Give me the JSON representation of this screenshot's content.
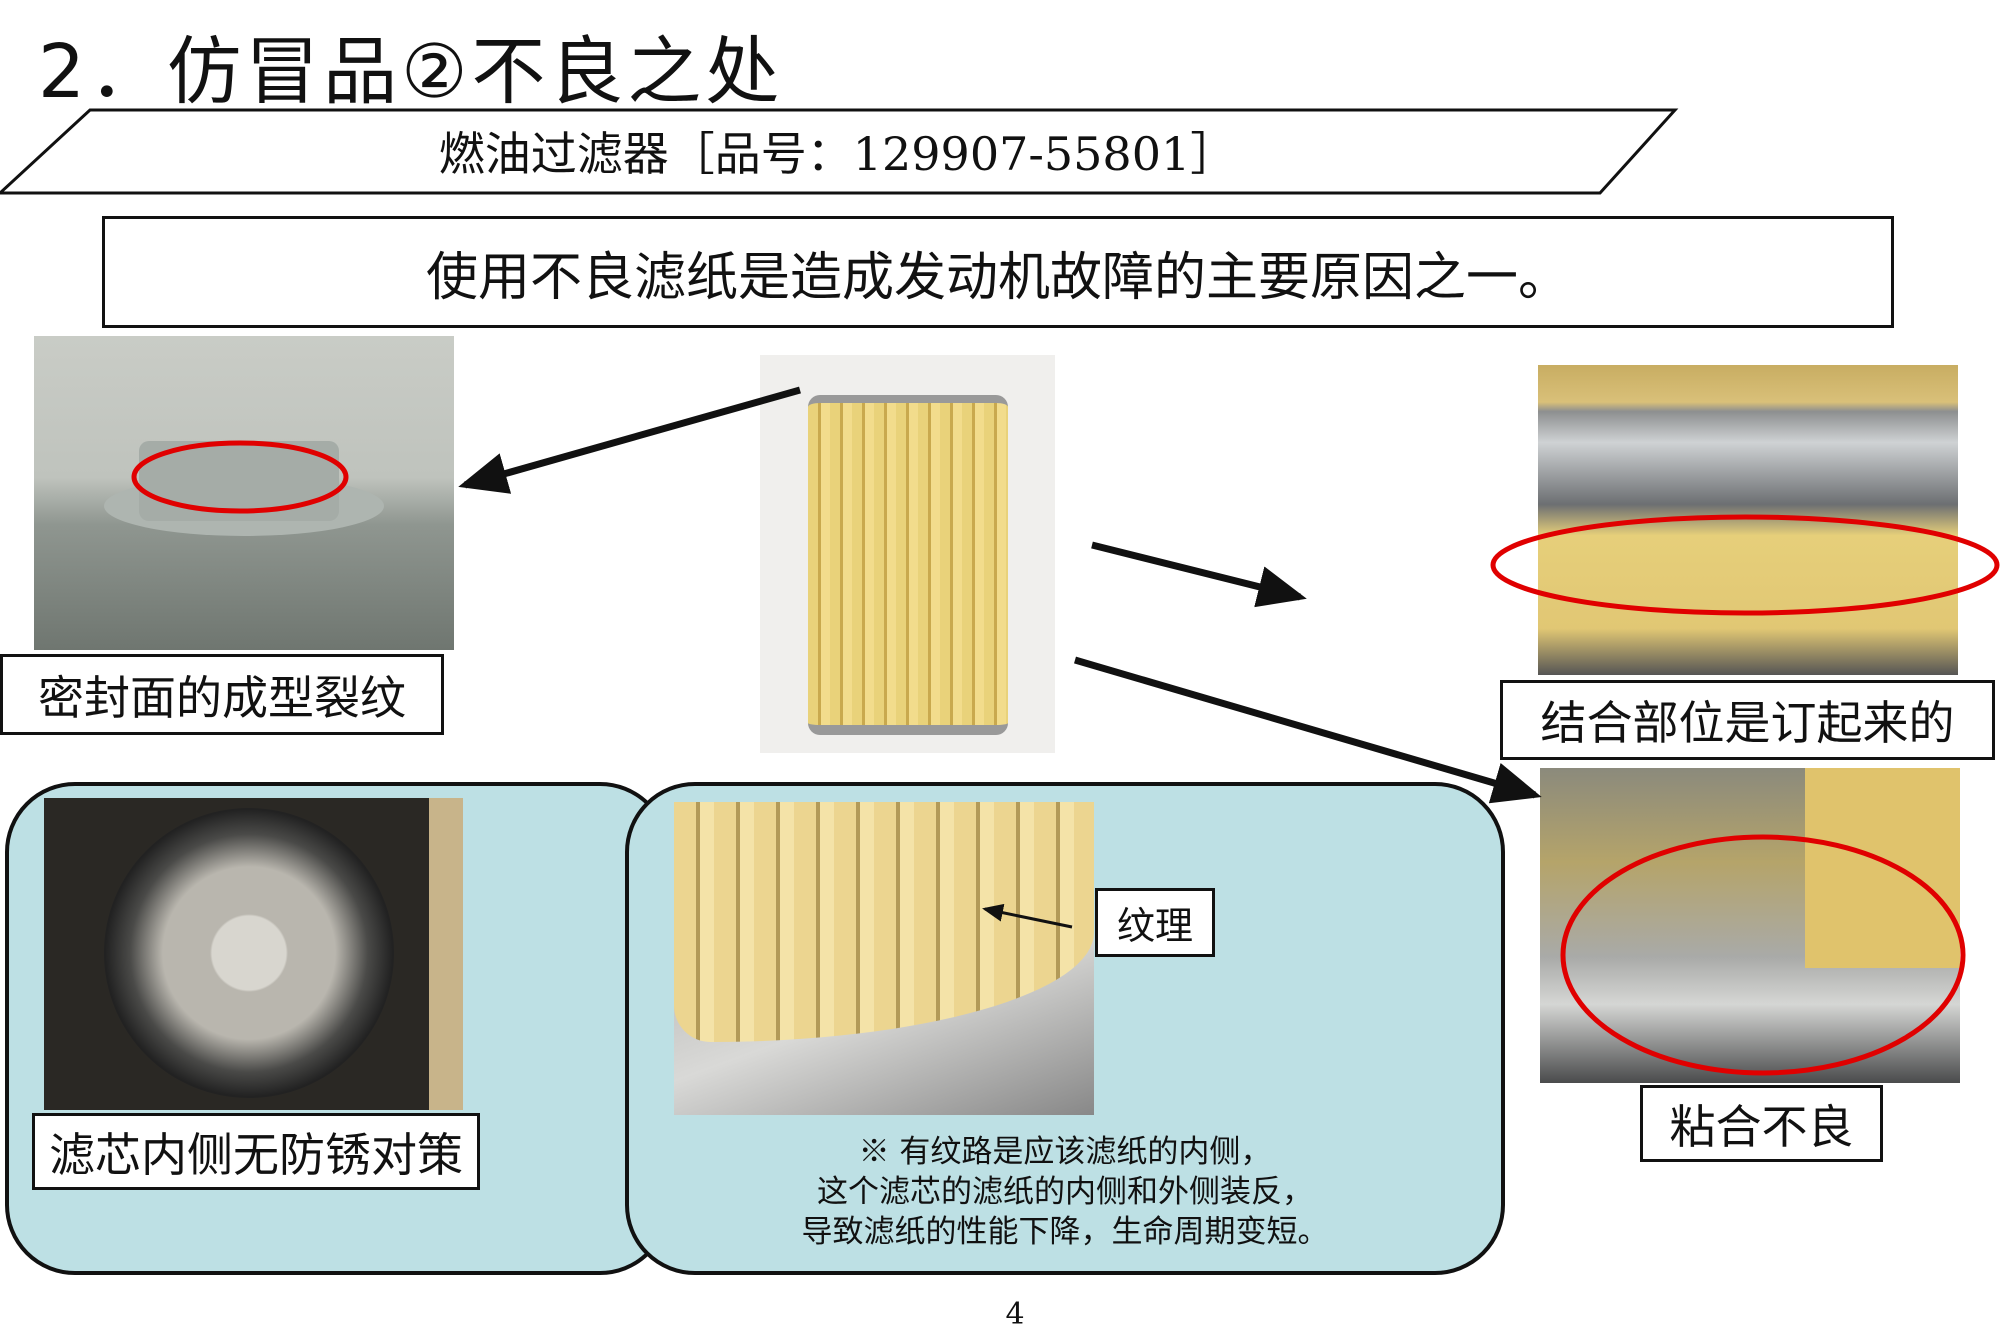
{
  "title": "2．仿冒品②不良之处",
  "banner": "燃油过滤器［品号：129907-55801］",
  "headline": "使用不良滤纸是造成发动机故障的主要原因之一。",
  "labels": {
    "seal_crack": "密封面的成型裂纹",
    "joint_stapled": "结合部位是订起来的",
    "bad_bonding": "粘合不良",
    "no_rust_protection": "滤芯内侧无防锈对策",
    "texture": "纹理"
  },
  "note": {
    "line1": "※ 有纹路是应该滤纸的内侧，",
    "line2": "这个滤芯的滤纸的内侧和外侧装反，",
    "line3": "导致滤纸的性能下降，生命周期变短。"
  },
  "page_number": "4",
  "colors": {
    "panel": "#bde0e4",
    "highlight": "#e00000",
    "filter_paper": "#e6cf7a"
  }
}
